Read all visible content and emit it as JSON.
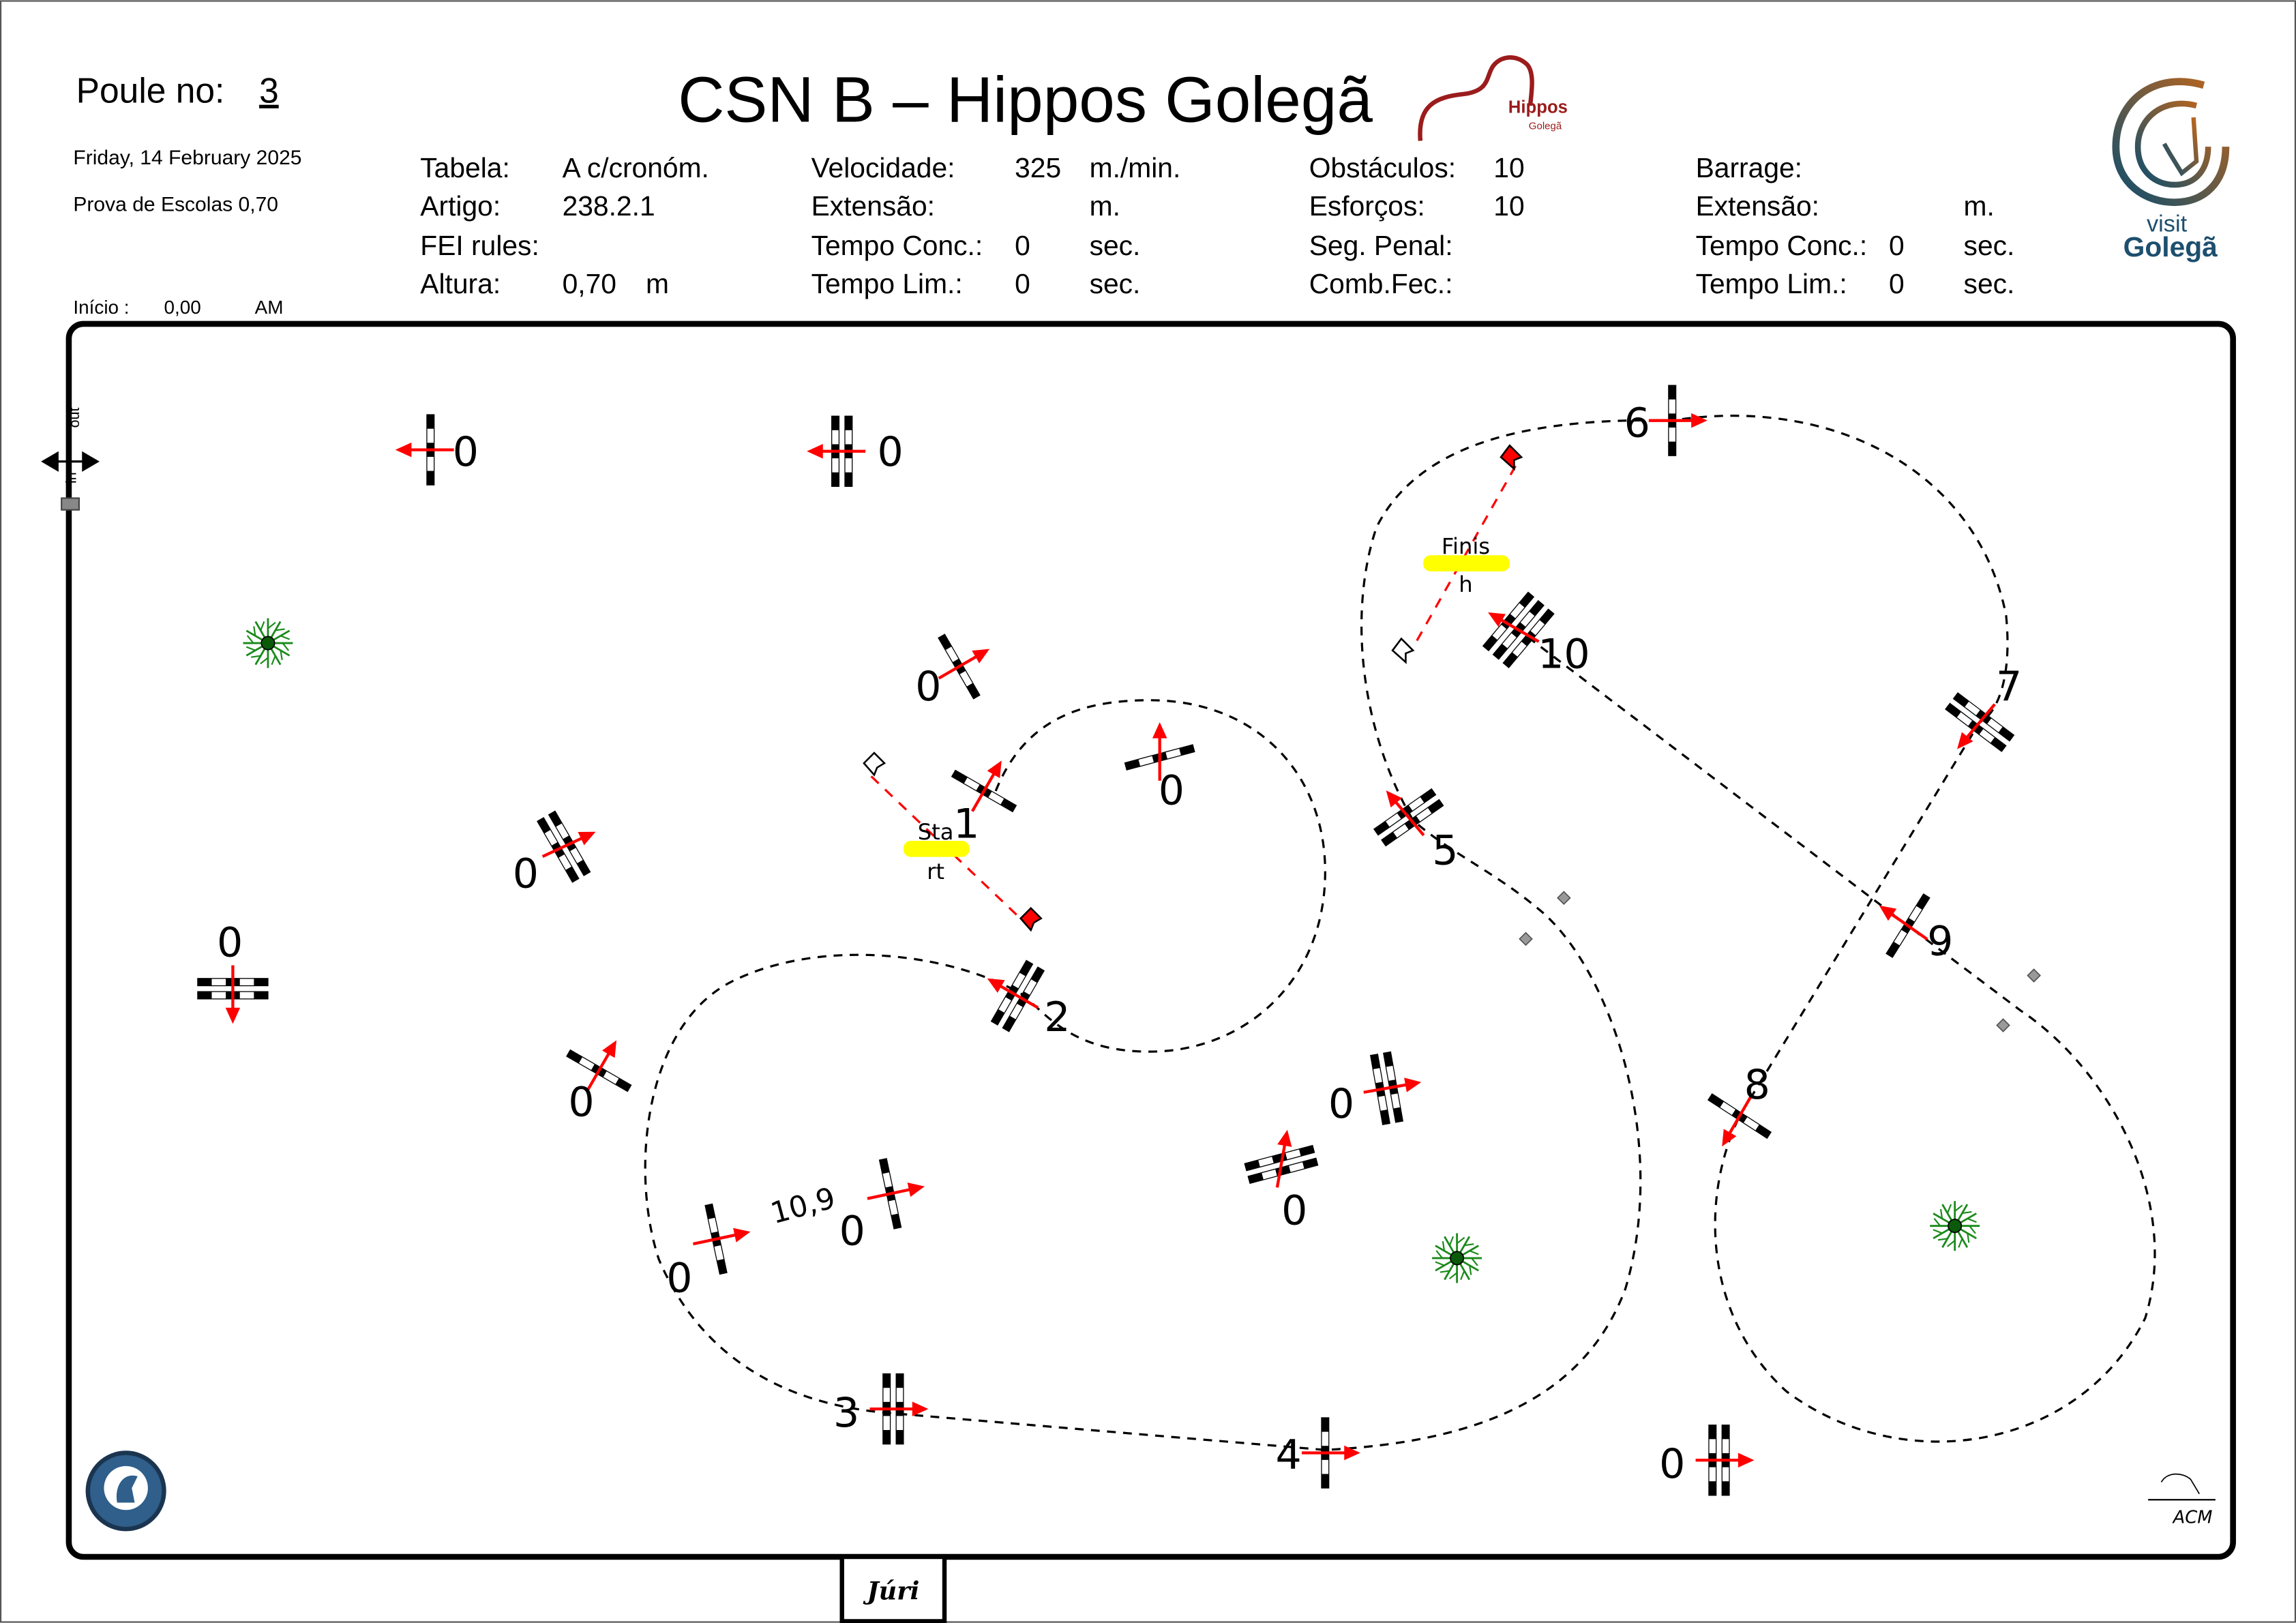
{
  "header": {
    "poule_label": "Poule no:",
    "poule_value": "3",
    "title": "CSN B – Hippos Golegã",
    "date": "Friday, 14 February 2025",
    "competition": "Prova de Escolas 0,70",
    "inicio_label": "Início :",
    "inicio_value": "0,00",
    "inicio_ampm": "AM"
  },
  "info": {
    "col1": [
      {
        "label": "Tabela:",
        "value": "A c/cronóm."
      },
      {
        "label": "Artigo:",
        "value": "238.2.1"
      },
      {
        "label": "FEI rules:",
        "value": ""
      },
      {
        "label": "Altura:",
        "value": "0,70",
        "unit": "m"
      }
    ],
    "col2": [
      {
        "label": "Velocidade:",
        "value": "325",
        "unit": "m./min."
      },
      {
        "label": "Extensão:",
        "value": "",
        "unit": "m."
      },
      {
        "label": "Tempo Conc.:",
        "value": "0",
        "unit": "sec."
      },
      {
        "label": "Tempo Lim.:",
        "value": "0",
        "unit": "sec."
      }
    ],
    "col3": [
      {
        "label": "Obstáculos:",
        "value": "10"
      },
      {
        "label": "Esforços:",
        "value": "10"
      },
      {
        "label": "Seg. Penal:",
        "value": ""
      },
      {
        "label": "Comb.Fec.:",
        "value": ""
      }
    ],
    "col4": [
      {
        "label": "Barrage:",
        "value": "",
        "unit": ""
      },
      {
        "label": "Extensão:",
        "value": "",
        "unit": "m."
      },
      {
        "label": "Tempo Conc.:",
        "value": "0",
        "unit": "sec."
      },
      {
        "label": "Tempo Lim.:",
        "value": "0",
        "unit": "sec."
      }
    ]
  },
  "logos": {
    "hippos_name": "Hippos",
    "hippos_sub": "Golegã",
    "visit": "visit",
    "golega": "Golegã",
    "designer": "ACM"
  },
  "compass": {
    "out": "out",
    "in": "in"
  },
  "course": {
    "start_top": "Sta",
    "start_bottom": "rt",
    "finish_top": "Finis",
    "finish_bottom": "h",
    "distance_note": "10,9",
    "obstacles": [
      {
        "label": "1"
      },
      {
        "label": "2"
      },
      {
        "label": "3"
      },
      {
        "label": "4"
      },
      {
        "label": "5"
      },
      {
        "label": "6"
      },
      {
        "label": "7"
      },
      {
        "label": "8"
      },
      {
        "label": "9"
      },
      {
        "label": "10"
      },
      {
        "label": "0"
      },
      {
        "label": "0"
      },
      {
        "label": "0"
      },
      {
        "label": "0"
      },
      {
        "label": "0"
      },
      {
        "label": "0"
      },
      {
        "label": "0"
      },
      {
        "label": "0"
      },
      {
        "label": "0"
      },
      {
        "label": "0"
      },
      {
        "label": "0"
      },
      {
        "label": "0"
      }
    ]
  },
  "footer": {
    "jury": "Júri"
  },
  "colors": {
    "arrow": "#ff0000",
    "highlight": "#ffff00",
    "tree": "#1a8a1a",
    "hippos": "#9b1c1c",
    "visit": "#1d4f6e"
  }
}
